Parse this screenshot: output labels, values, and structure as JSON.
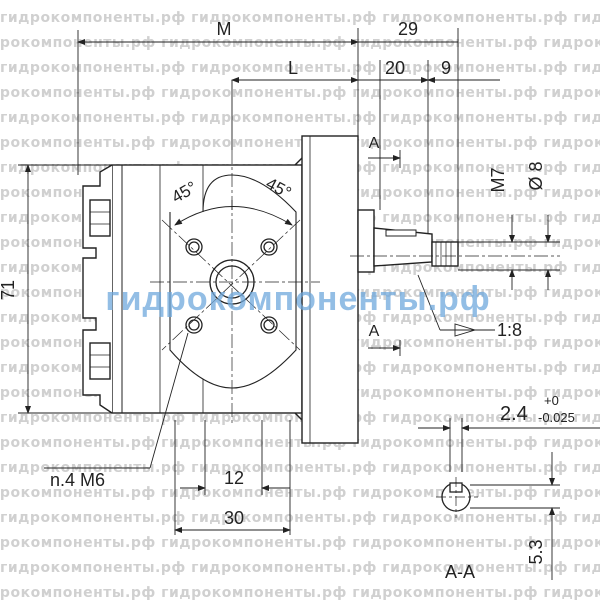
{
  "drawing": {
    "dims": {
      "m": "M",
      "l": "L",
      "d29": "29",
      "d20": "20",
      "d9": "9",
      "m7": "M7",
      "dia8": "Ø 8",
      "d71": "71",
      "taper": "1:8",
      "key_width": "2.4",
      "tol_upper": "+0",
      "tol_lower": "-0.025",
      "d12": "12",
      "d30": "30",
      "holes": "n.4 M6",
      "d53": "5.3",
      "angle_left": "45°",
      "angle_right": "45°"
    },
    "section": {
      "mark": "A",
      "label": "A-A"
    }
  },
  "watermark": {
    "repeated": "гидрокомпоненты.рф",
    "main": "гидрокомпоненты.рф"
  }
}
